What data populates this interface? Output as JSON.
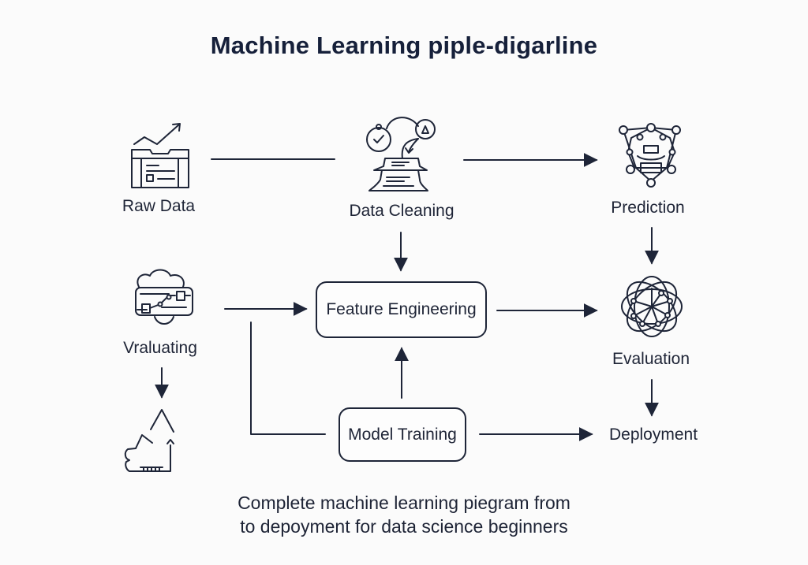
{
  "title": "Machine Learning piple-digarline",
  "nodes": {
    "raw_data": {
      "label": "Raw Data",
      "icon": "database-trend-icon"
    },
    "data_cleaning": {
      "label": "Data Cleaning",
      "icon": "data-cleaning-icon"
    },
    "prediction": {
      "label": "Prediction",
      "icon": "neural-network-icon"
    },
    "vraluating": {
      "label": "Vraluating",
      "icon": "cloud-circuit-icon"
    },
    "feature_engineering": {
      "label": "Feature Engineering"
    },
    "evaluation": {
      "label": "Evaluation",
      "icon": "flower-network-icon"
    },
    "model_training": {
      "label": "Model Training"
    },
    "deployment": {
      "label": "Deployment"
    },
    "unlabeled_bottom_left": {
      "icon": "mountain-chart-icon"
    }
  },
  "edges": [
    {
      "from": "Raw Data",
      "to": "Data Cleaning",
      "arrow": false
    },
    {
      "from": "Data Cleaning",
      "to": "Prediction",
      "arrow": true
    },
    {
      "from": "Data Cleaning",
      "to": "Feature Engineering",
      "arrow": true
    },
    {
      "from": "Prediction",
      "to": "Evaluation",
      "arrow": true
    },
    {
      "from": "Vraluating",
      "to": "Feature Engineering",
      "arrow": true
    },
    {
      "from": "Feature Engineering",
      "to": "Evaluation",
      "arrow": true
    },
    {
      "from": "Model Training",
      "to": "Feature Engineering",
      "arrow": true
    },
    {
      "from": "Model Training",
      "to": "Vraluating-branch",
      "arrow": false
    },
    {
      "from": "Evaluation",
      "to": "Deployment",
      "arrow": true
    },
    {
      "from": "Model Training",
      "to": "Deployment",
      "arrow": true
    },
    {
      "from": "Vraluating",
      "to": "bottom-left-icon",
      "arrow": true
    }
  ],
  "caption": {
    "line1": "Complete machine learning piegram from",
    "line2": "to depoyment for data science beginners"
  },
  "colors": {
    "stroke": "#1e2538",
    "background": "#fbfbfb",
    "title": "#16203a"
  }
}
